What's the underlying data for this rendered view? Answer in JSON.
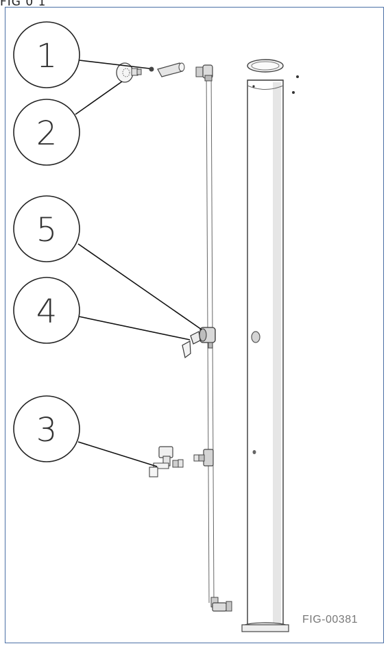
{
  "header": {
    "label": "FIG 0 1"
  },
  "callouts": [
    {
      "number": "1",
      "part": "shower-arm"
    },
    {
      "number": "2",
      "part": "shower-head"
    },
    {
      "number": "5",
      "part": "mixer-valve"
    },
    {
      "number": "4",
      "part": "mixer-lever"
    },
    {
      "number": "3",
      "part": "foot-tap"
    }
  ],
  "figure_id": "FIG-00381",
  "colors": {
    "frame": "#4a6fa5",
    "ink": "#333333",
    "column_shadow": "#e6e6e6"
  }
}
